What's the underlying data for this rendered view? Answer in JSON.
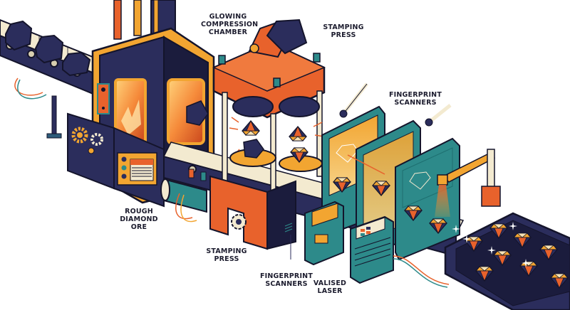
{
  "diagram": {
    "subject": "Diamond processing production line",
    "colors": {
      "navy": "#2b2d5c",
      "dark_navy": "#1b1c3d",
      "orange": "#e8622c",
      "amber": "#f2a531",
      "teal": "#2d8a8a",
      "cream": "#f3ead0",
      "outline": "#14142b"
    },
    "labels": {
      "glowing_compression_chamber": {
        "line1": "GLOWING",
        "line2": "COMPRESSION",
        "line3": "CHAMBER"
      },
      "stamping_press_top": {
        "line1": "STAMPING",
        "line2": "PRESS"
      },
      "fingerprint_scanners_top": {
        "line1": "FINGERPRINT",
        "line2": "SCANNERS"
      },
      "rough_diamond_ore": {
        "line1": "ROUGH",
        "line2": "DIAMOND ORE"
      },
      "stamping_press_bottom": {
        "line1": "STAMPING",
        "line2": "PRESS"
      },
      "fingerprint_scanners_bottom": {
        "line1": "FINGERPRINT",
        "line2": "SCANNERS"
      },
      "valised_laser": {
        "line1": "VALISED",
        "line2": "LASER"
      }
    },
    "stages": [
      {
        "id": "ore-conveyor",
        "name": "Rough diamond ore conveyor",
        "item_count": 3
      },
      {
        "id": "compression-chamber",
        "name": "Glowing compression chamber"
      },
      {
        "id": "stamping-press",
        "name": "Stamping press",
        "die_count": 2
      },
      {
        "id": "fingerprint-scanners",
        "name": "Fingerprint scanners",
        "panel_count": 3
      },
      {
        "id": "laser",
        "name": "Valised laser"
      },
      {
        "id": "output-bin",
        "name": "Finished diamonds bin",
        "diamond_count": 8
      }
    ]
  }
}
